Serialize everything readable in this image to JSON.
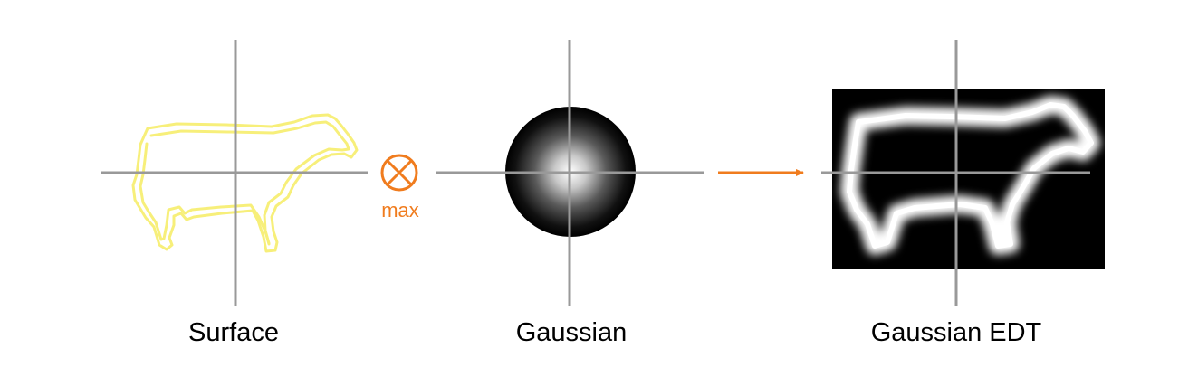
{
  "panels": {
    "surface": {
      "caption": "Surface",
      "outline_color": "#f7ef7a"
    },
    "gaussian": {
      "caption": "Gaussian"
    },
    "edt": {
      "caption": "Gaussian EDT"
    }
  },
  "operator": {
    "symbol": "⊗",
    "label": "max",
    "color": "#f07c1e"
  },
  "arrow": {
    "color": "#f07c1e"
  },
  "colors": {
    "axes": "#999999"
  }
}
